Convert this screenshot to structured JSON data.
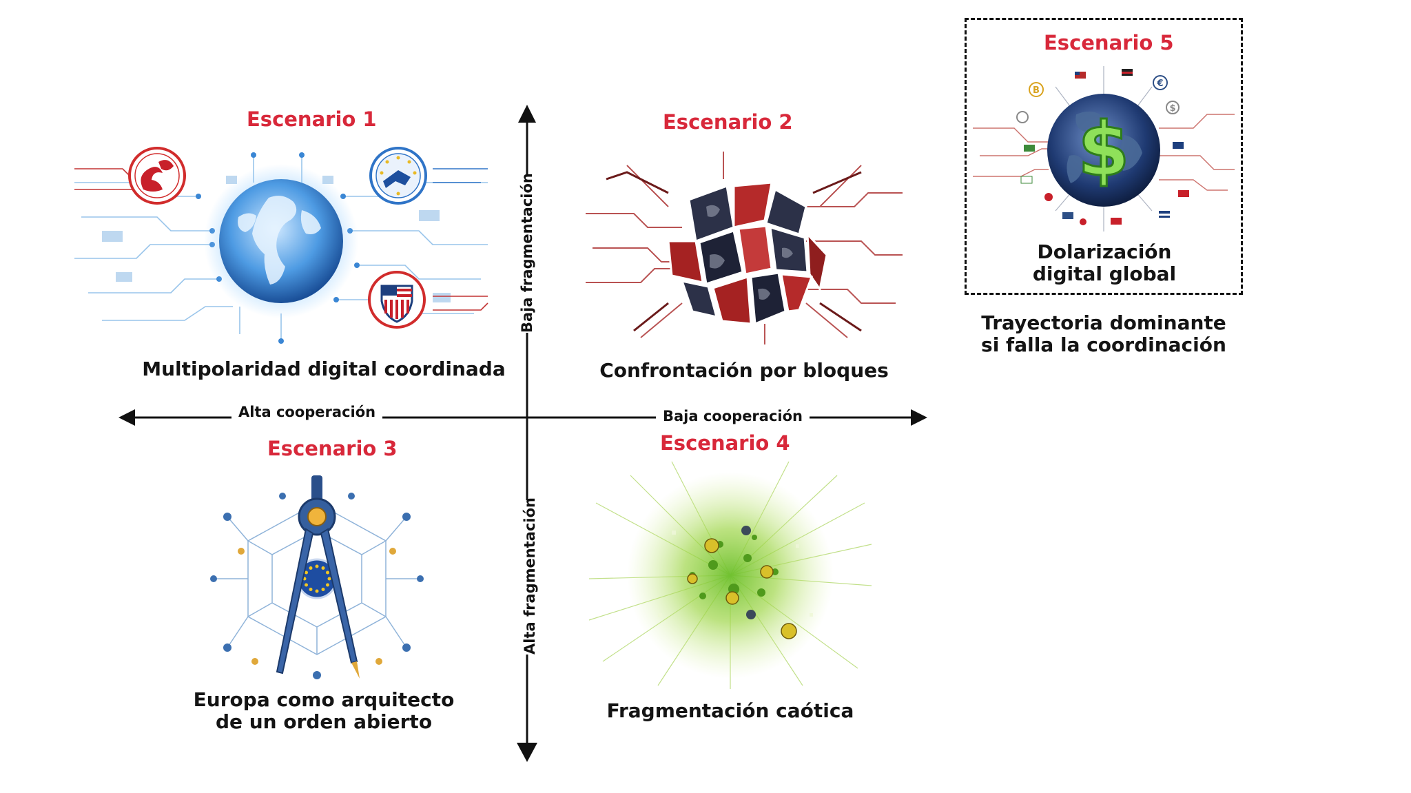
{
  "axes": {
    "left": "Alta cooperación",
    "right": "Baja cooperación",
    "top": "Baja fragmentación",
    "bottom": "Alta fragmentación"
  },
  "scenarios": [
    {
      "label": "Escenario 1",
      "caption": "Multipolaridad digital coordinada",
      "icon": "connected-globe-icon"
    },
    {
      "label": "Escenario 2",
      "caption": "Confrontación por bloques",
      "icon": "broken-globe-icon"
    },
    {
      "label": "Escenario 3",
      "caption_line1": "Europa como arquitecto",
      "caption_line2": "de un orden abierto",
      "icon": "compass-network-icon"
    },
    {
      "label": "Escenario 4",
      "caption": "Fragmentación caótica",
      "icon": "particle-burst-icon"
    },
    {
      "label": "Escenario 5",
      "caption_line1": "Dolarización",
      "caption_line2": "digital global",
      "icon": "dollar-globe-icon"
    }
  ],
  "note": {
    "line1": "Trayectoria dominante",
    "line2": "si falla la coordinación"
  },
  "colors": {
    "accent": "#d8283a",
    "axis": "#111111",
    "blue": "#1f6fc4",
    "circuit_red": "#b02a2a",
    "green": "#7cc63a"
  }
}
